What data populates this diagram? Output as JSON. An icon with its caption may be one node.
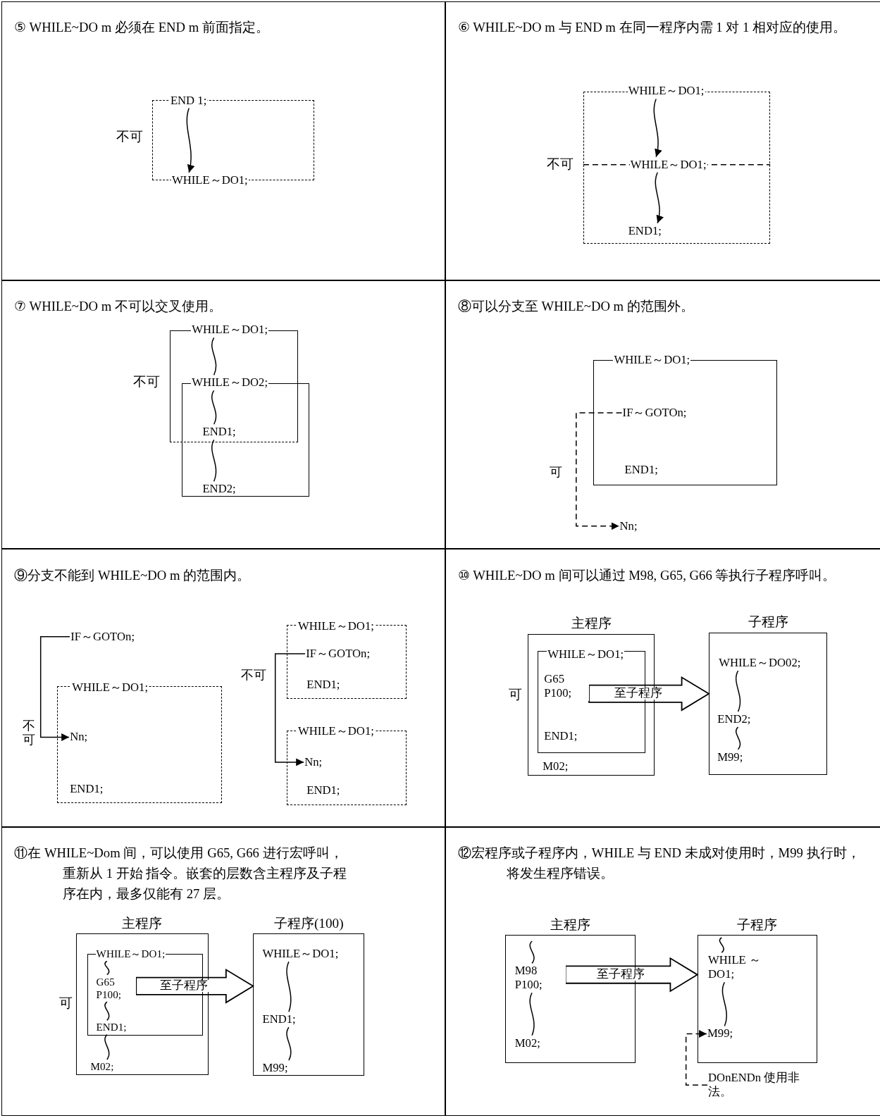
{
  "diagram": {
    "nodes": [
      {
        "text": [
          "⑤ WHILE~DO m 必须在 END m 前面指定。"
        ]
      },
      {
        "text": [],
        "shape": "box",
        "in": 0,
        "beside": [
          "不可"
        ]
      },
      {
        "text": [
          "END 1;"
        ],
        "in": 1
      },
      {
        "text": [
          "WHILE～DO1;"
        ],
        "in": 0
      },
      {
        "text": [
          "⑥ WHILE~DO m 与 END m 在同一程序内需 1 对 1 相对应的使用。"
        ]
      },
      {
        "text": [],
        "shape": "box",
        "in": 4,
        "beside": [
          "不可"
        ]
      },
      {
        "text": [
          "WHILE～DO1;"
        ],
        "in": 5
      },
      {
        "text": [
          "WHILE～DO1;"
        ],
        "in": 5
      },
      {
        "text": [
          "END1;"
        ],
        "in": 5
      },
      {
        "text": [
          "⑦ WHILE~DO m 不可以交叉使用。"
        ]
      },
      {
        "text": [],
        "shape": "box",
        "in": 9,
        "beside": [
          "不可"
        ]
      },
      {
        "text": [],
        "shape": "box",
        "in": 9
      },
      {
        "text": [
          "WHILE～DO1;"
        ],
        "in": 9
      },
      {
        "text": [
          "WHILE～DO2;"
        ],
        "in": 10
      },
      {
        "text": [
          "END1;"
        ]
      },
      {
        "text": [
          "END2;"
        ],
        "in": 11
      },
      {
        "text": [
          "⑧可以分支至 WHILE~DO m 的范围外。"
        ]
      },
      {
        "text": [],
        "shape": "box",
        "in": 16
      },
      {
        "text": [
          "WHILE～DO1;"
        ],
        "in": 17
      },
      {
        "text": [
          "IF～GOTOn;"
        ],
        "in": 17
      },
      {
        "text": [
          "END1;"
        ],
        "in": 17
      },
      {
        "text": [
          "Nn;"
        ],
        "in": 16
      },
      {
        "text": [
          "⑨分支不能到 WHILE~DO m 的范围内。"
        ]
      },
      {
        "text": [
          "IF～GOTOn;"
        ],
        "in": 22
      },
      {
        "text": [],
        "shape": "box",
        "in": 22
      },
      {
        "text": [
          "WHILE～DO1;"
        ],
        "in": 24
      },
      {
        "text": [
          "Nn;"
        ],
        "in": 24
      },
      {
        "text": [
          "END1;"
        ],
        "in": 24
      },
      {
        "text": [],
        "shape": "box",
        "in": 22
      },
      {
        "text": [
          "WHILE～DO1;"
        ],
        "in": 28
      },
      {
        "text": [
          "IF～GOTOn;"
        ],
        "in": 28
      },
      {
        "text": [
          "END1;"
        ],
        "in": 28
      },
      {
        "text": [],
        "shape": "box",
        "in": 22
      },
      {
        "text": [
          "WHILE～DO1;"
        ],
        "in": 32
      },
      {
        "text": [
          "Nn;"
        ],
        "in": 32
      },
      {
        "text": [
          "END1;"
        ],
        "in": 32
      },
      {
        "text": [
          "⑩ WHILE~DO m 间可以通过 M98, G65, G66 等执行子程序呼叫。"
        ]
      },
      {
        "text": [
          "主程序"
        ],
        "in": 36,
        "beside": [
          "可"
        ]
      },
      {
        "text": [],
        "shape": "box",
        "in": 37
      },
      {
        "text": [
          "WHILE～DO1;"
        ],
        "in": 38
      },
      {
        "text": [
          "G65 P100;"
        ],
        "in": 38
      },
      {
        "text": [
          "END1;"
        ],
        "in": 38
      },
      {
        "text": [
          "M02;"
        ],
        "in": 37
      },
      {
        "text": [
          "子程序"
        ],
        "in": 36
      },
      {
        "text": [
          "WHILE～DO02;"
        ],
        "in": 43
      },
      {
        "text": [
          "END2;"
        ],
        "in": 43
      },
      {
        "text": [
          "M99;"
        ],
        "in": 43
      },
      {
        "text": [
          "⑪在 WHILE~Dom 间，可以使用 G65, G66 进行宏呼叫，重新从 1 开始 指令。嵌套的层数含主程序及子程序在内，最多仅能有 27 层。"
        ]
      },
      {
        "text": [
          "主程序"
        ],
        "in": 47,
        "beside": [
          "可"
        ]
      },
      {
        "text": [],
        "shape": "box",
        "in": 48
      },
      {
        "text": [
          "WHILE～DO1;"
        ],
        "in": 48
      },
      {
        "text": [
          "G65 P100;"
        ],
        "in": 49
      },
      {
        "text": [
          "END1;"
        ],
        "in": 49
      },
      {
        "text": [
          "M02;"
        ],
        "in": 48
      },
      {
        "text": [
          "子程序(100)"
        ],
        "in": 47
      },
      {
        "text": [
          "WHILE～DO1;"
        ],
        "in": 54
      },
      {
        "text": [
          "END1;"
        ],
        "in": 54
      },
      {
        "text": [
          "M99;"
        ],
        "in": 54
      },
      {
        "text": [
          "⑫宏程序或子程序内，WHILE 与 END 未成对使用时，M99 执行时，将发生程序错误。"
        ]
      },
      {
        "text": [
          "主程序"
        ],
        "in": 58
      },
      {
        "text": [
          "M98 P100;"
        ],
        "in": 59
      },
      {
        "text": [
          "M02;"
        ],
        "in": 59
      },
      {
        "text": [
          "子程序"
        ],
        "in": 58
      },
      {
        "text": [
          "WHILE ～DO1;"
        ],
        "in": 62
      },
      {
        "text": [
          "M99;"
        ],
        "in": 62
      },
      {
        "text": [
          "DOnENDn 使用非法。"
        ],
        "in": 58
      }
    ],
    "edges": [
      {
        "from": 2,
        "to": 3,
        "arrow": "to"
      },
      {
        "from": 6,
        "to": 7,
        "arrow": "to"
      },
      {
        "from": 7,
        "to": 8,
        "arrow": "to"
      },
      {
        "from": 12,
        "to": 13,
        "arrow": "none"
      },
      {
        "from": 13,
        "to": 14,
        "arrow": "none"
      },
      {
        "from": 14,
        "to": 15,
        "arrow": "none"
      },
      {
        "from": 19,
        "to": 21,
        "arrow": "to",
        "style": "dashed",
        "label": "可"
      },
      {
        "from": 23,
        "to": 26,
        "arrow": "to",
        "label": "不可"
      },
      {
        "from": 30,
        "to": 34,
        "arrow": "to",
        "label": "不可"
      },
      {
        "from": 40,
        "to": 43,
        "arrow": "to",
        "style": "thick",
        "label": "至子程序"
      },
      {
        "from": 44,
        "to": 45,
        "arrow": "none"
      },
      {
        "from": 45,
        "to": 46,
        "arrow": "none"
      },
      {
        "from": 50,
        "to": 51,
        "arrow": "none"
      },
      {
        "from": 51,
        "to": 52,
        "arrow": "none"
      },
      {
        "from": 52,
        "to": 53,
        "arrow": "none"
      },
      {
        "from": 51,
        "to": 54,
        "arrow": "to",
        "style": "thick",
        "label": "至子程序"
      },
      {
        "from": 55,
        "to": 56,
        "arrow": "none"
      },
      {
        "from": 56,
        "to": 57,
        "arrow": "none"
      },
      {
        "from": null,
        "to": 60,
        "arrow": "none"
      },
      {
        "from": 60,
        "to": 61,
        "arrow": "none"
      },
      {
        "from": 60,
        "to": 62,
        "arrow": "to",
        "style": "thick",
        "label": "至子程序"
      },
      {
        "from": null,
        "to": 63,
        "arrow": "none"
      },
      {
        "from": 63,
        "to": 64,
        "arrow": "none"
      },
      {
        "from": 65,
        "to": 64,
        "arrow": "to",
        "style": "dashed"
      }
    ]
  }
}
